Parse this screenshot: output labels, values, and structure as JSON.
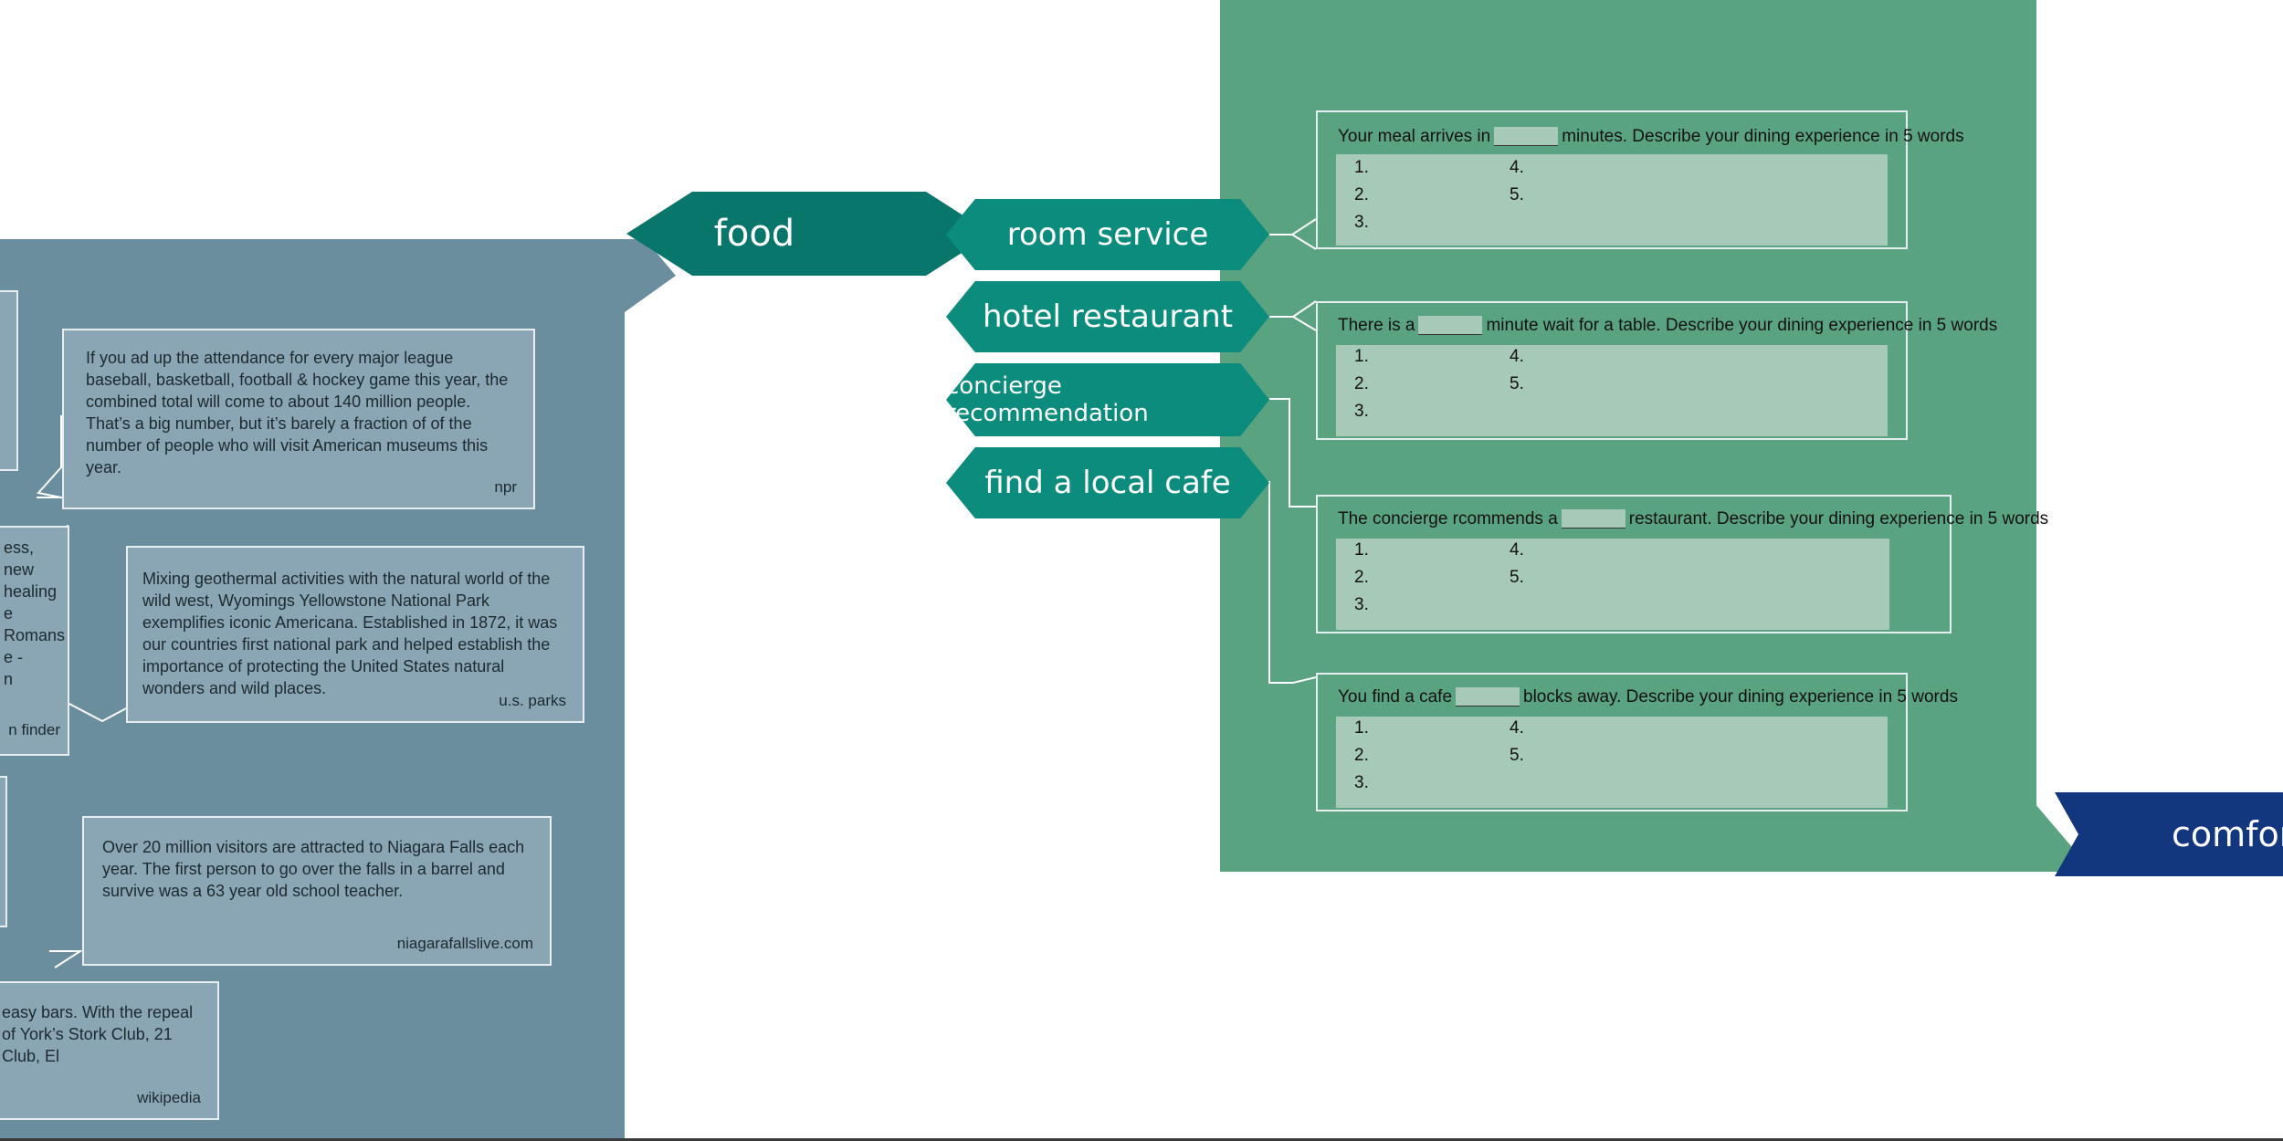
{
  "branches": {
    "food": "food",
    "comfort": "comfor"
  },
  "sub_nodes": [
    {
      "label": "room service"
    },
    {
      "label": "hotel restaurant"
    },
    {
      "label": "concierge recommendation"
    },
    {
      "label": "find a local cafe"
    }
  ],
  "prompts": [
    {
      "before": "Your meal arrives in",
      "after": "minutes. Describe your dining experience in 5 words"
    },
    {
      "before": "There is a",
      "after": "minute wait for a table. Describe your dining experience in 5 words"
    },
    {
      "before": "The concierge rcommends a",
      "after": "restaurant. Describe your dining experience in 5 words"
    },
    {
      "before": "You find a cafe",
      "after": "blocks away. Describe your dining experience in 5 words"
    }
  ],
  "list_numbers": [
    "1.",
    "2.",
    "3.",
    "4.",
    "5."
  ],
  "facts": [
    {
      "text": "If you ad up the attendance for every major league baseball, basketball, football & hockey game this year, the combined total will come to about 140 million people. That’s a big number, but it’s barely a fraction of of the number of people who will visit American museums this year.",
      "source": "npr"
    },
    {
      "text": "Mixing geothermal activities with the natural world of the wild west, Wyomings Yellowstone National Park exemplifies iconic Americana. Established in 1872, it was our countries first national park and helped establish the importance of protecting the United States natural wonders and wild places.",
      "source": "u.s. parks"
    },
    {
      "text": "Over 20 million visitors are attracted to Niagara Falls each year. The first person to go over the falls in a barrel and survive was a 63 year old school teacher.",
      "source": "niagarafallslive.com"
    },
    {
      "text": "easy bars. With the repeal of York’s Stork Club, 21 Club, El",
      "source": "wikipedia"
    }
  ],
  "partial_left_card": {
    "lines": [
      "ess,",
      "new",
      "healing",
      "e",
      "Romans",
      "e -",
      "n"
    ],
    "source": "n finder"
  },
  "colors": {
    "blue_panel": "#6b8e9e",
    "green_panel": "#5aa380",
    "food_node": "#08766a",
    "sub_node": "#0b8c7c",
    "comfort_node": "#13377f",
    "answer_box": "#a6c9b8"
  }
}
